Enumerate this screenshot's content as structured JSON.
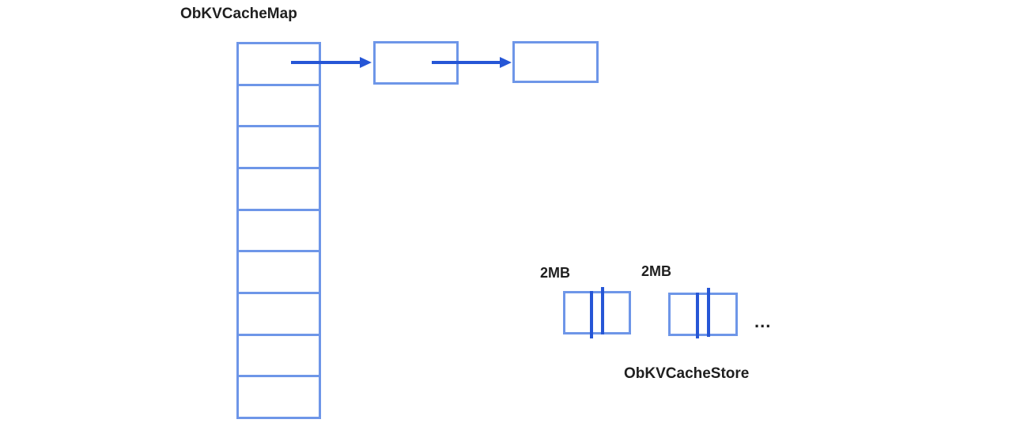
{
  "colors": {
    "box_border": "#6E96E8",
    "arrow": "#2656D6",
    "text": "#1F1F1F",
    "background": "#FFFFFF"
  },
  "map": {
    "title": "ObKVCacheMap",
    "bucket_count": 9
  },
  "linked_nodes": {
    "count": 2
  },
  "store": {
    "title": "ObKVCacheStore",
    "ellipsis": "...",
    "blocks": [
      {
        "size_label": "2MB"
      },
      {
        "size_label": "2MB"
      }
    ]
  }
}
